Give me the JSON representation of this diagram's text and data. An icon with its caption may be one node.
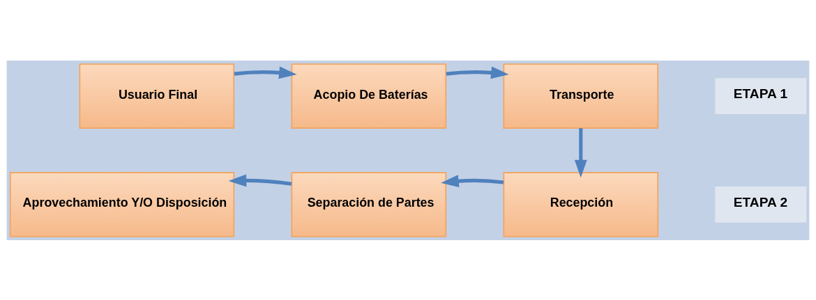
{
  "diagram": {
    "nodes": [
      {
        "text": [
          "Usuario Final"
        ]
      },
      {
        "text": [
          "Acopio De Baterías"
        ]
      },
      {
        "text": [
          "Transporte"
        ]
      },
      {
        "text": [
          "Recepción"
        ]
      },
      {
        "text": [
          "Separación de Partes"
        ]
      },
      {
        "text": [
          "Aprovechamiento Y/O Disposición"
        ]
      }
    ],
    "edges": [
      {
        "from": 0,
        "to": 1,
        "arrow": "to"
      },
      {
        "from": 1,
        "to": 2,
        "arrow": "to"
      },
      {
        "from": 2,
        "to": 3,
        "arrow": "to"
      },
      {
        "from": 3,
        "to": 4,
        "arrow": "to"
      },
      {
        "from": 4,
        "to": 5,
        "arrow": "to"
      }
    ],
    "labels": [
      "ETAPA 1",
      "ETAPA 2"
    ]
  }
}
